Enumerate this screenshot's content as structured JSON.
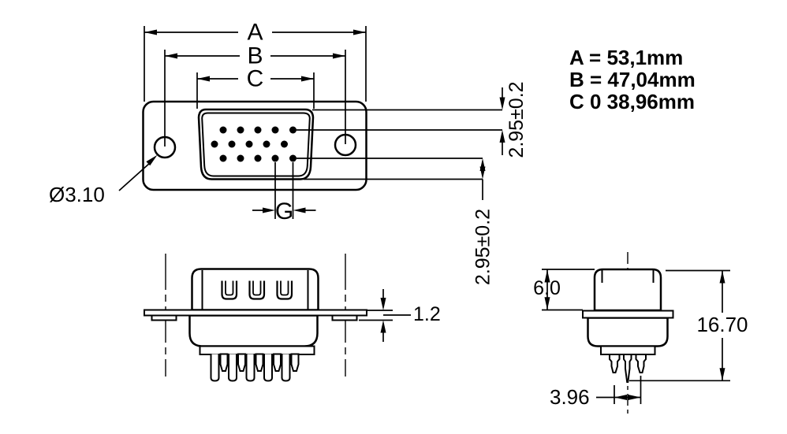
{
  "colors": {
    "background": "#ffffff",
    "line": "#000000"
  },
  "front_view": {
    "labels": {
      "a": "A",
      "b": "B",
      "c": "C",
      "g": "G"
    },
    "hole_diameter": "Ø3.10",
    "pin_row_offset_upper": "2.95±0.2",
    "pin_row_offset_lower": "2.95±0.2"
  },
  "dimension_notes": {
    "a": "A = 53,1mm",
    "b": "B = 47,04mm",
    "c": "C 0 38,96mm"
  },
  "side_view": {
    "flange_thickness": "1.2"
  },
  "end_view": {
    "shell_height": "6.0",
    "overall_height": "16.70",
    "pin_row_spacing": "3.96"
  }
}
